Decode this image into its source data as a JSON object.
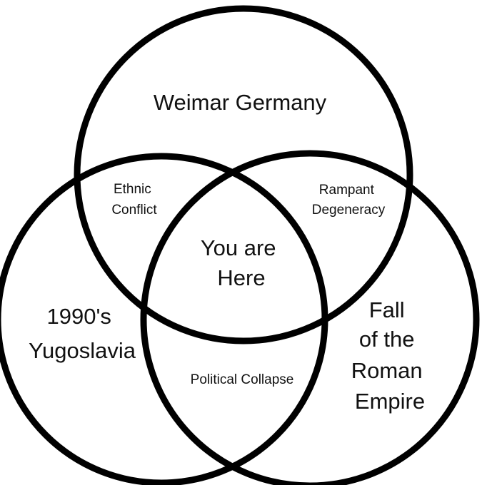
{
  "sets": [
    {
      "id": "weimar",
      "lines": [
        "Weimar Germany"
      ]
    },
    {
      "id": "yugoslavia",
      "lines": [
        "1990's",
        "Yugoslavia"
      ]
    },
    {
      "id": "rome",
      "lines": [
        "Fall",
        "of the",
        "Roman",
        "Empire"
      ]
    }
  ],
  "overlaps": [
    {
      "id": "weimar-yugoslavia",
      "lines": [
        "Ethnic",
        "Conflict"
      ]
    },
    {
      "id": "weimar-rome",
      "lines": [
        "Rampant",
        "Degeneracy"
      ]
    },
    {
      "id": "yugoslavia-rome",
      "lines": [
        "Political Collapse"
      ]
    },
    {
      "id": "all-three",
      "lines": [
        "You are",
        "Here"
      ]
    }
  ]
}
